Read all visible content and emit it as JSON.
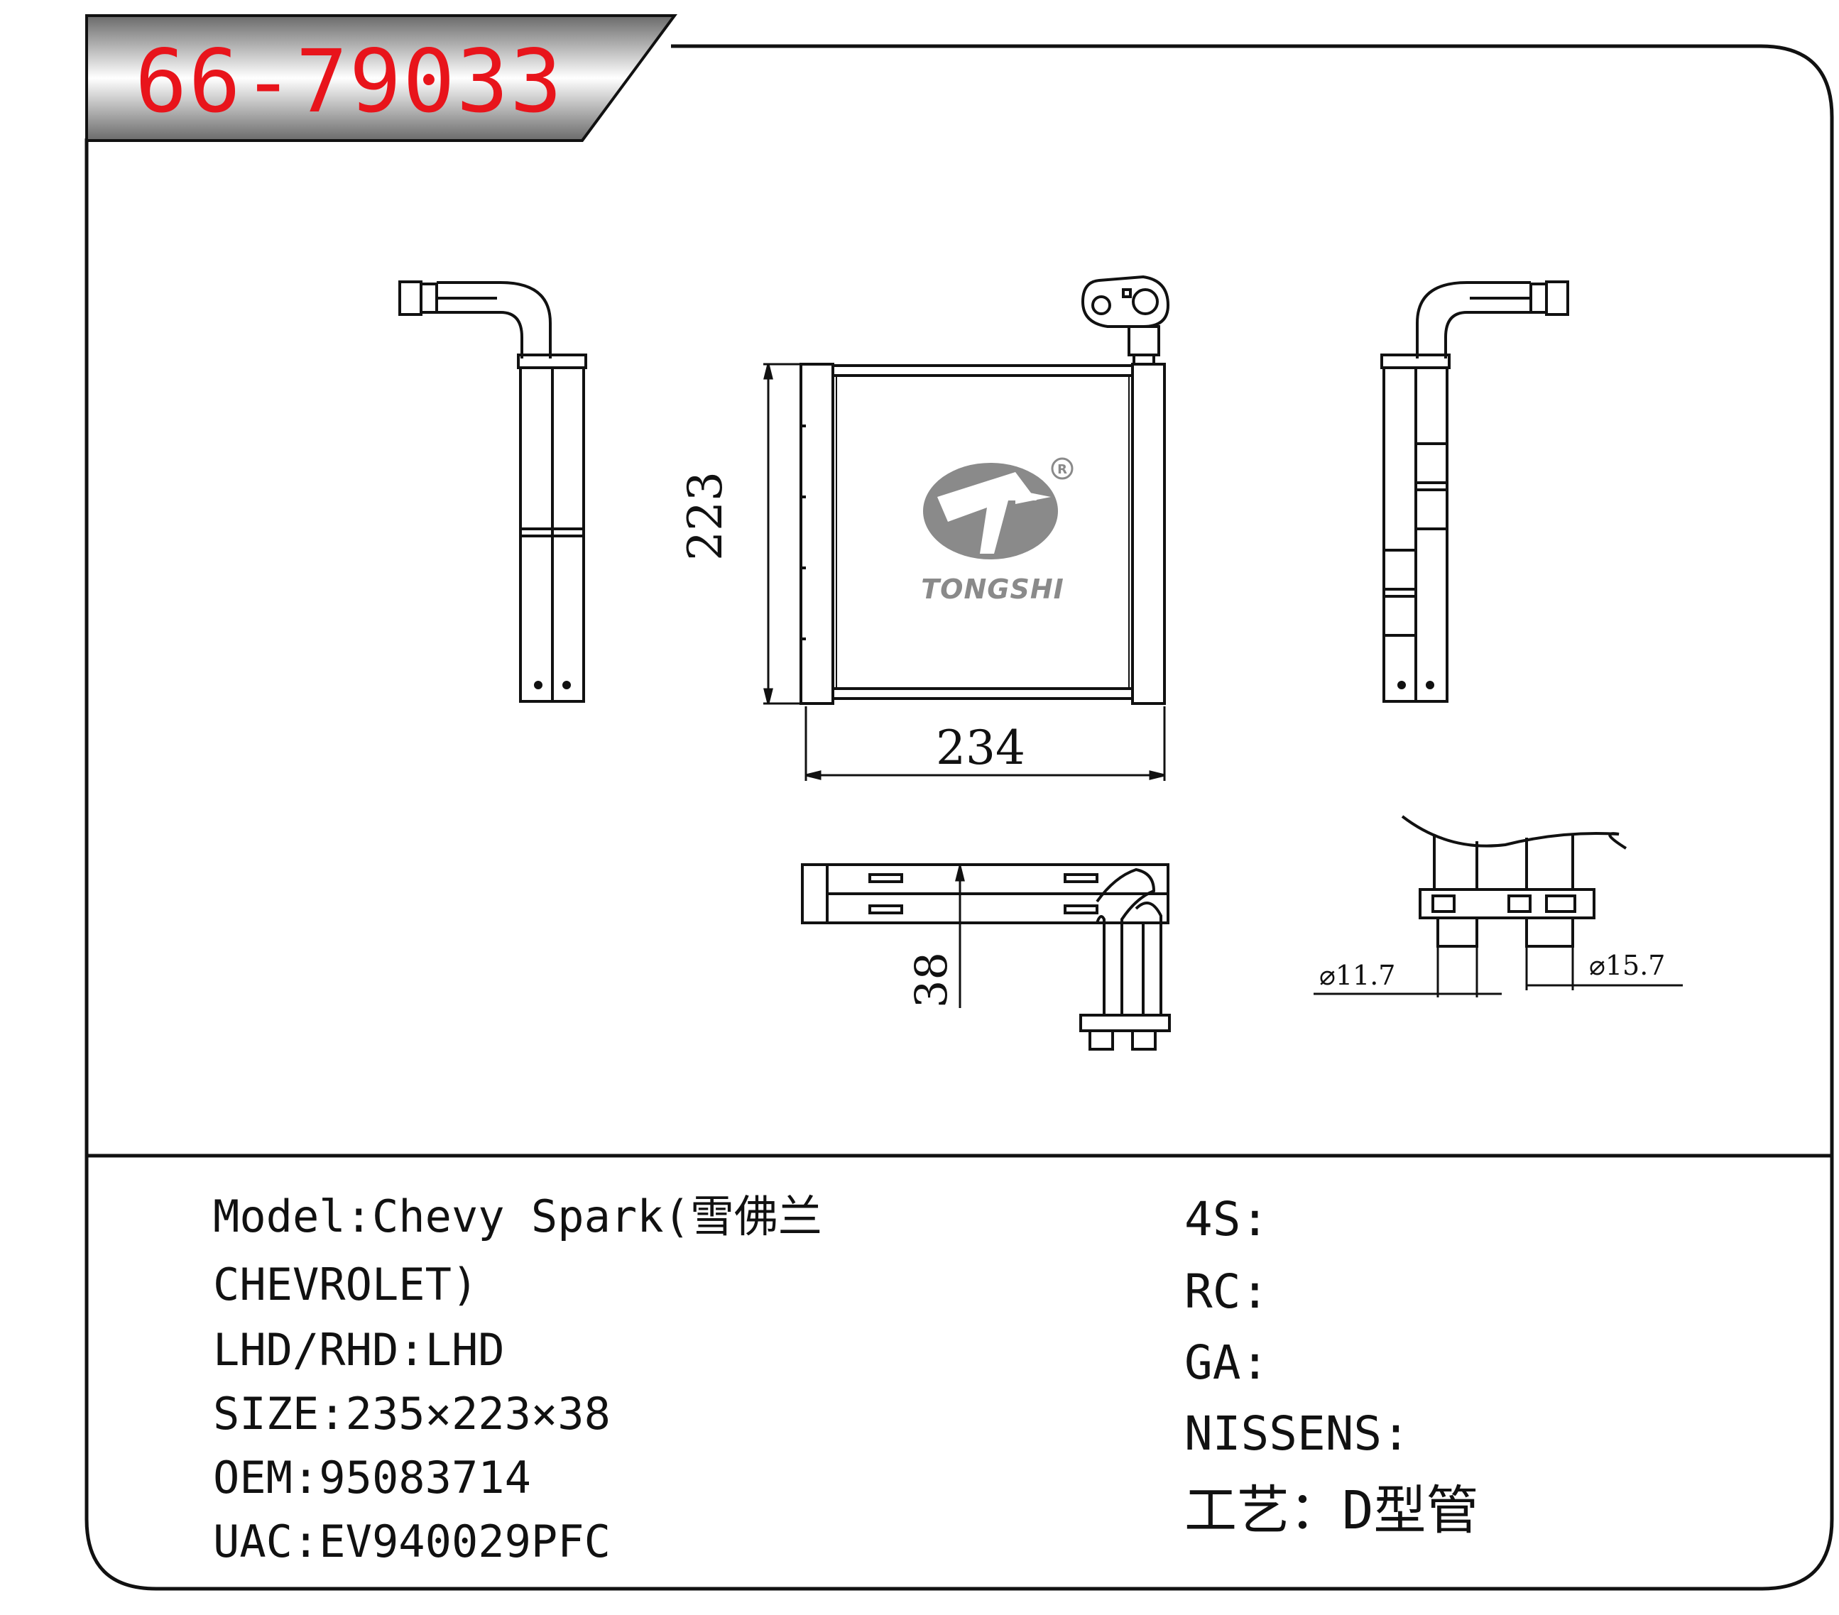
{
  "header": {
    "part_number": "66-79033"
  },
  "logo": {
    "brand": "TONGSHI",
    "registered_mark": "®"
  },
  "dimensions": {
    "height": "223",
    "width": "234",
    "depth": "38",
    "pipe_small": "⌀11.7",
    "pipe_large": "⌀15.7"
  },
  "specs": {
    "model_line1": "Model:Chevy Spark(雪佛兰",
    "model_line2": "CHEVROLET)",
    "drive": "LHD/RHD:LHD",
    "size": "SIZE:235×223×38",
    "oem": "OEM:95083714",
    "uac": "UAC:EV940029PFC"
  },
  "cross_refs": {
    "s4": "4S:",
    "rc": "RC:",
    "ga": "GA:",
    "nissens": "NISSENS:",
    "process": "工艺：D型管"
  },
  "colors": {
    "part_number": "#e8141b",
    "line": "#111111",
    "logo_gray": "#8a8a8a"
  }
}
